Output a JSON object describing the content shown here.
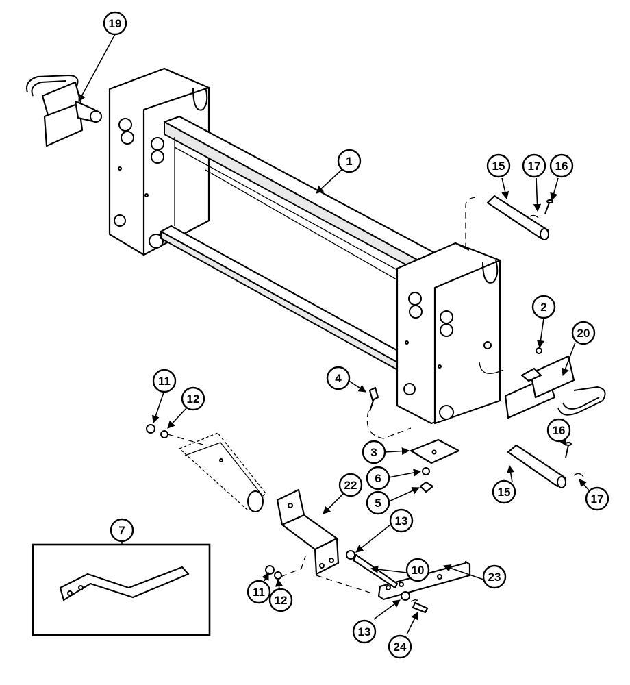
{
  "callouts": {
    "c1": "1",
    "c2": "2",
    "c3": "3",
    "c4": "4",
    "c5": "5",
    "c6": "6",
    "c7": "7",
    "c10": "10",
    "c11a": "11",
    "c11b": "11",
    "c12a": "12",
    "c12b": "12",
    "c13a": "13",
    "c13b": "13",
    "c15a": "15",
    "c15b": "15",
    "c16a": "16",
    "c16b": "16",
    "c17a": "17",
    "c17b": "17",
    "c19": "19",
    "c20": "20",
    "c22": "22",
    "c23": "23",
    "c24": "24"
  }
}
